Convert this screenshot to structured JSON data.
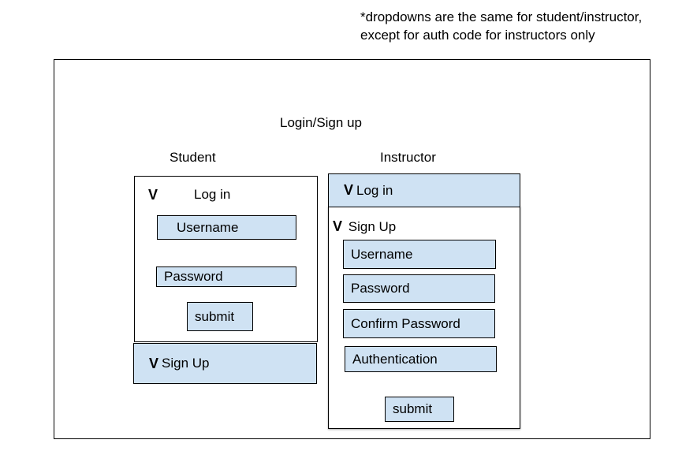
{
  "note": {
    "line1": "*dropdowns are the same for student/instructor,",
    "line2": "except for auth code for instructors only"
  },
  "page_title": "Login/Sign up",
  "student": {
    "heading": "Student",
    "login_section": {
      "chevron": "V",
      "label": "Log in",
      "username_field": "Username",
      "password_field": "Password",
      "submit_label": "submit"
    },
    "signup_section": {
      "chevron": "V",
      "label": "Sign Up"
    }
  },
  "instructor": {
    "heading": "Instructor",
    "login_section": {
      "chevron": "V",
      "label": "Log in"
    },
    "signup_section": {
      "chevron": "V",
      "label": "Sign Up",
      "username_field": "Username",
      "password_field": "Password",
      "confirm_password_field": "Confirm Password",
      "authentication_field": "Authentication",
      "submit_label": "submit"
    }
  },
  "colors": {
    "field_fill": "#cfe2f3",
    "border": "#000000"
  }
}
